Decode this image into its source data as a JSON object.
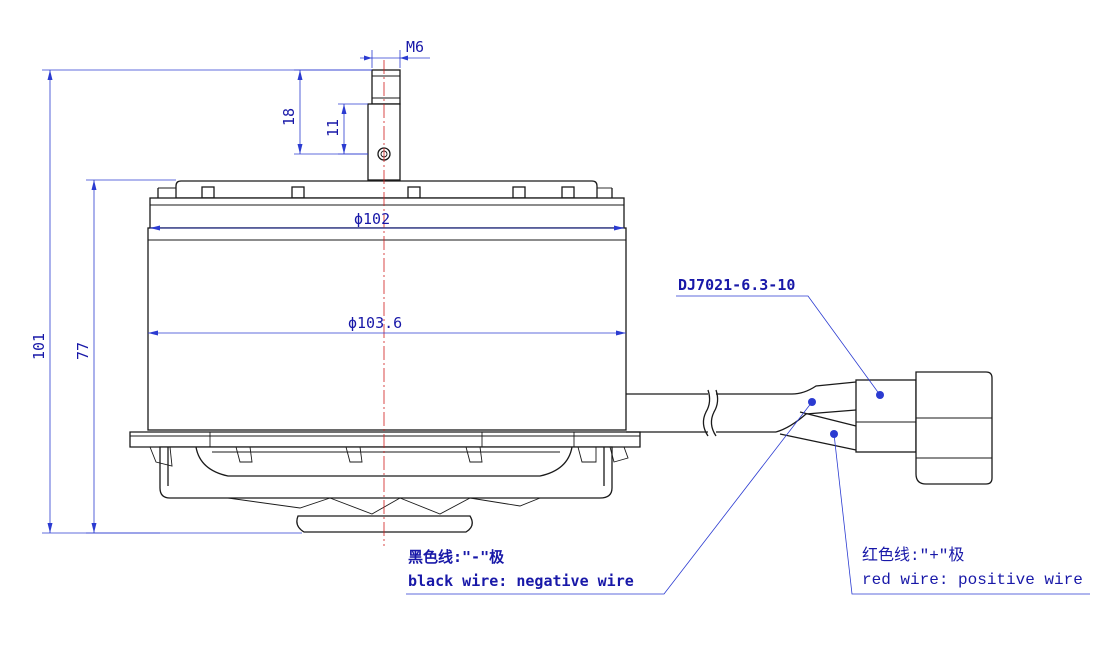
{
  "dimensions": {
    "thread": "M6",
    "shaft_length": "18",
    "flat_length": "11",
    "overall_height": "101",
    "body_height": "77",
    "dia_top": "ϕ102",
    "dia_body": "ϕ103.6"
  },
  "connector": {
    "part_number": "DJ7021-6.3-10"
  },
  "wires": {
    "black_cn": "黑色线:\"-\"极",
    "black_en": "black wire: negative wire",
    "red_cn": "红色线:\"+\"极",
    "red_en": "red wire: positive wire"
  },
  "colors": {
    "line": "#1a1a1a",
    "dimension": "#2b3bd1",
    "dimension_text": "#1818a8",
    "centerline": "#d11b1b"
  }
}
